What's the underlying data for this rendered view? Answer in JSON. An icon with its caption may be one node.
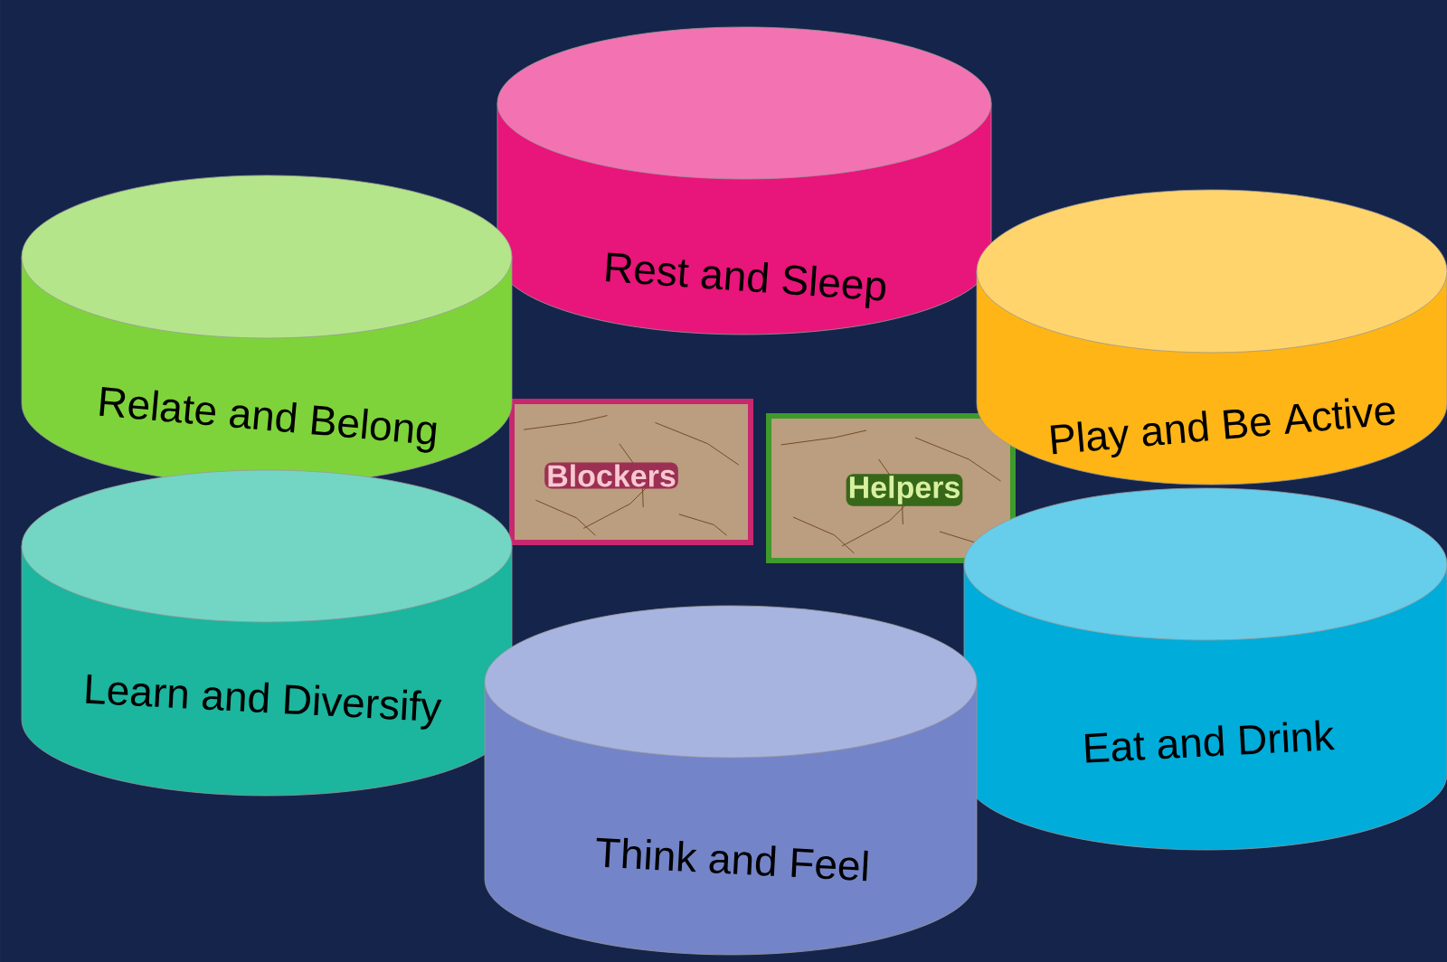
{
  "diagram": {
    "nodes": [
      {
        "text": [
          "Rest and Sleep"
        ]
      },
      {
        "text": [
          "Relate and Belong"
        ]
      },
      {
        "text": [
          "Play and Be Active"
        ]
      },
      {
        "text": [
          "Blockers"
        ]
      },
      {
        "text": [
          "Helpers"
        ]
      },
      {
        "text": [
          "Learn and Diversify"
        ]
      },
      {
        "text": [
          "Eat and Drink"
        ]
      },
      {
        "text": [
          "Think and Feel"
        ]
      }
    ]
  }
}
